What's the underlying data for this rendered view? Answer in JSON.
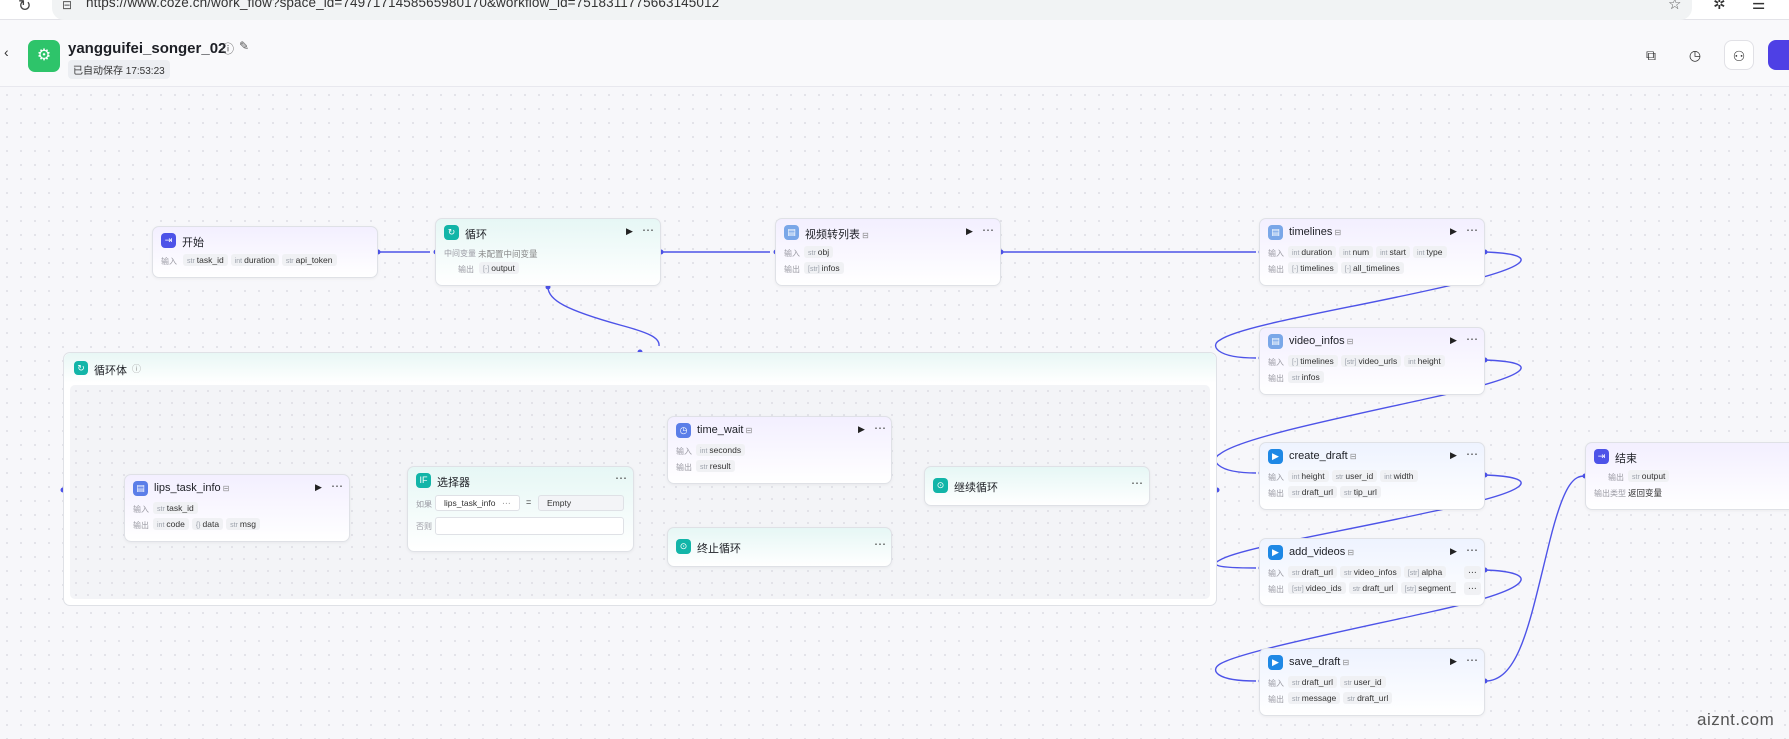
{
  "browser": {
    "url": "https://www.coze.cn/work_flow?space_id=7497171458565980170&workflow_id=7518311775663145012"
  },
  "header": {
    "title": "yangguifei_songer_02",
    "saved": "已自动保存 17:53:23"
  },
  "labels": {
    "input": "输入",
    "output": "输出",
    "mid_var": "中间变量",
    "mid_var_hint": "未配置中间变量",
    "if": "如果",
    "else": "否则",
    "output_type": "输出类型"
  },
  "nodes": {
    "start": {
      "title": "开始",
      "inputs": [
        {
          "t": "str",
          "n": "task_id"
        },
        {
          "t": "int",
          "n": "duration"
        },
        {
          "t": "str",
          "n": "api_token"
        }
      ]
    },
    "loop": {
      "title": "循环",
      "outputs": [
        {
          "t": "[-]",
          "n": "output"
        }
      ]
    },
    "video_list": {
      "title": "视频转列表",
      "inputs": [
        {
          "t": "str",
          "n": "obj"
        }
      ],
      "outputs": [
        {
          "t": "[str]",
          "n": "infos"
        }
      ]
    },
    "timelines": {
      "title": "timelines",
      "inputs": [
        {
          "t": "int",
          "n": "duration"
        },
        {
          "t": "int",
          "n": "num"
        },
        {
          "t": "int",
          "n": "start"
        },
        {
          "t": "int",
          "n": "type"
        }
      ],
      "outputs": [
        {
          "t": "[-]",
          "n": "timelines"
        },
        {
          "t": "[-]",
          "n": "all_timelines"
        }
      ]
    },
    "video_infos": {
      "title": "video_infos",
      "inputs": [
        {
          "t": "[-]",
          "n": "timelines"
        },
        {
          "t": "[str]",
          "n": "video_urls"
        },
        {
          "t": "int",
          "n": "height"
        }
      ],
      "outputs": [
        {
          "t": "str",
          "n": "infos"
        }
      ]
    },
    "create_draft": {
      "title": "create_draft",
      "inputs": [
        {
          "t": "int",
          "n": "height"
        },
        {
          "t": "str",
          "n": "user_id"
        },
        {
          "t": "int",
          "n": "width"
        }
      ],
      "outputs": [
        {
          "t": "str",
          "n": "draft_url"
        },
        {
          "t": "str",
          "n": "tip_url"
        }
      ]
    },
    "add_videos": {
      "title": "add_videos",
      "inputs": [
        {
          "t": "str",
          "n": "draft_url"
        },
        {
          "t": "str",
          "n": "video_infos"
        },
        {
          "t": "[str]",
          "n": "alpha"
        }
      ],
      "outputs": [
        {
          "t": "[str]",
          "n": "video_ids"
        },
        {
          "t": "str",
          "n": "draft_url"
        },
        {
          "t": "[str]",
          "n": "segment_ids"
        }
      ]
    },
    "save_draft": {
      "title": "save_draft",
      "inputs": [
        {
          "t": "str",
          "n": "draft_url"
        },
        {
          "t": "str",
          "n": "user_id"
        }
      ],
      "outputs": [
        {
          "t": "str",
          "n": "message"
        },
        {
          "t": "str",
          "n": "draft_url"
        }
      ]
    },
    "end": {
      "title": "结束",
      "outputs": [
        {
          "t": "str",
          "n": "output"
        }
      ],
      "output_type": "返回变量"
    },
    "loop_body": {
      "title": "循环体"
    },
    "lips_task_info": {
      "title": "lips_task_info",
      "inputs": [
        {
          "t": "str",
          "n": "task_id"
        }
      ],
      "outputs": [
        {
          "t": "int",
          "n": "code"
        },
        {
          "t": "{}",
          "n": "data"
        },
        {
          "t": "str",
          "n": "msg"
        }
      ]
    },
    "selector": {
      "title": "选择器",
      "cond_left": "lips_task_info",
      "cond_op": "=",
      "cond_right": "Empty"
    },
    "time_wait": {
      "title": "time_wait",
      "inputs": [
        {
          "t": "int",
          "n": "seconds"
        }
      ],
      "outputs": [
        {
          "t": "str",
          "n": "result"
        }
      ]
    },
    "continue_loop": {
      "title": "继续循环"
    },
    "stop_loop": {
      "title": "终止循环"
    }
  },
  "watermark": "aiznt.com",
  "colors": {
    "accent": "#4d53e8",
    "teal": "#12b5a8",
    "green": "#2ec46a",
    "blue_plugin": "#1e88e5"
  }
}
